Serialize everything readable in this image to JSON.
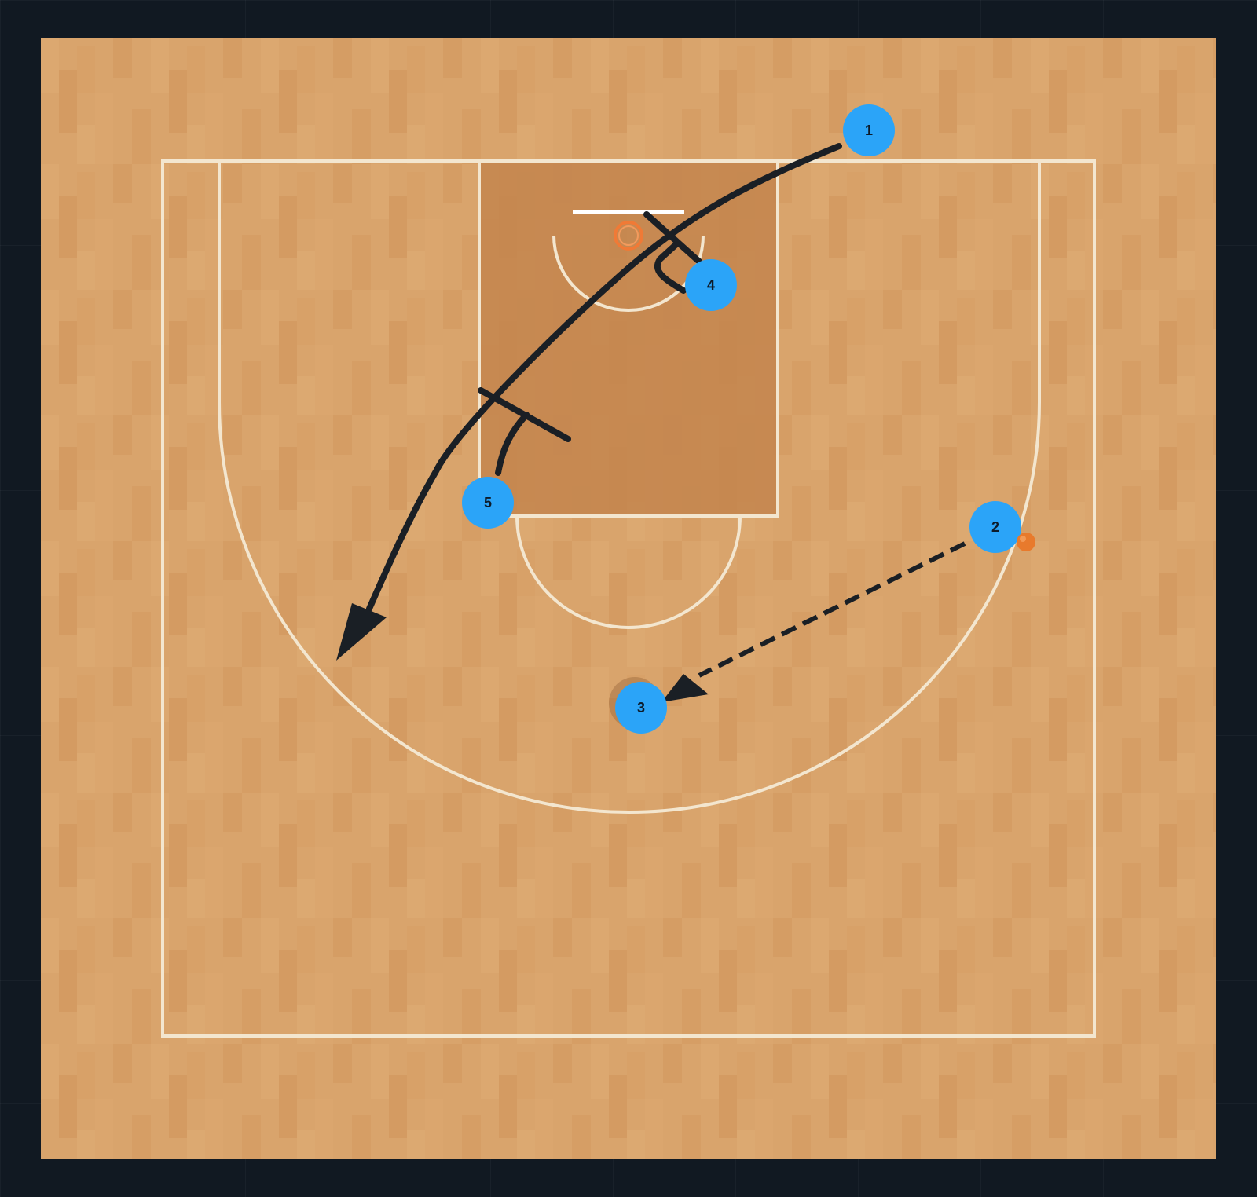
{
  "court": {
    "floor_color": "#D9A46C",
    "floor_alt_color": "#D49A61",
    "paint_color": "#C4864F",
    "line_color": "#F3E6CF",
    "rim_color": "#F07A36"
  },
  "players": [
    {
      "id": "player-1",
      "label": "1",
      "color": "#2BA4F8"
    },
    {
      "id": "player-2",
      "label": "2",
      "color": "#2BA4F8"
    },
    {
      "id": "player-3",
      "label": "3",
      "color": "#2BA4F8"
    },
    {
      "id": "player-4",
      "label": "4",
      "color": "#2BA4F8"
    },
    {
      "id": "player-5",
      "label": "5",
      "color": "#2BA4F8"
    }
  ],
  "ball": {
    "holder": "2",
    "color": "#E87A2C"
  },
  "actions": [
    {
      "type": "cut",
      "from": "1",
      "style": "solid-arrow"
    },
    {
      "type": "screen",
      "from": "4",
      "style": "screen"
    },
    {
      "type": "screen",
      "from": "5",
      "style": "screen"
    },
    {
      "type": "pass",
      "from": "2",
      "to": "3",
      "style": "dashed-arrow"
    }
  ],
  "colors": {
    "action_line": "#1A1F25",
    "background": "#111922"
  }
}
